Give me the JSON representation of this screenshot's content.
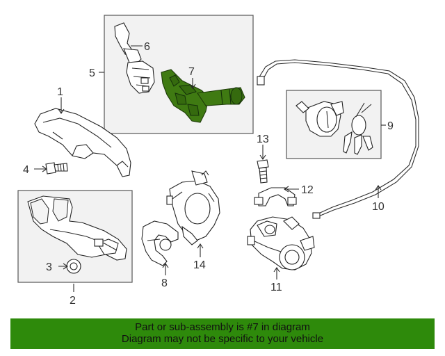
{
  "diagram": {
    "callouts": {
      "c1": "1",
      "c2": "2",
      "c3": "3",
      "c4": "4",
      "c5": "5",
      "c6": "6",
      "c7": "7",
      "c8": "8",
      "c9": "9",
      "c10": "10",
      "c11": "11",
      "c12": "12",
      "c13": "13",
      "c14": "14"
    },
    "highlighted_part": "7",
    "highlight_color": "#3f7a12"
  },
  "banner": {
    "line1": "Part or sub-assembly is #7 in diagram",
    "line2": "Diagram may not be specific to your vehicle",
    "background": "#2e8a0b"
  }
}
